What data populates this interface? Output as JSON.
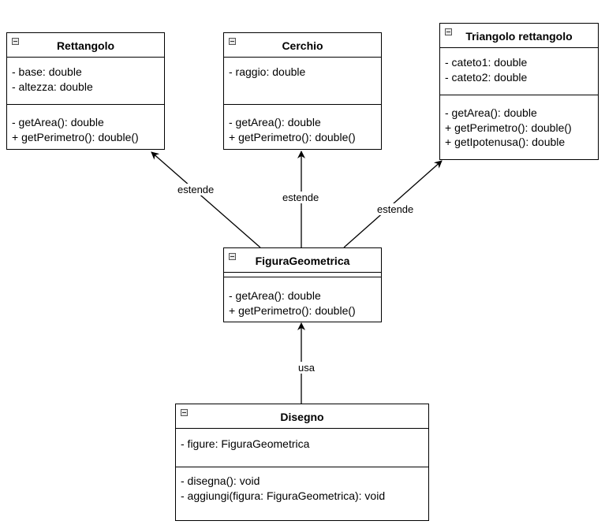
{
  "classes": {
    "rettangolo": {
      "name": "Rettangolo",
      "attributes": [
        "- base: double",
        "- altezza: double"
      ],
      "methods": [
        "- getArea(): double",
        "+ getPerimetro(): double()"
      ]
    },
    "cerchio": {
      "name": "Cerchio",
      "attributes": [
        "- raggio: double"
      ],
      "methods": [
        "- getArea(): double",
        "+ getPerimetro(): double()"
      ]
    },
    "triangolo": {
      "name": "Triangolo rettangolo",
      "attributes": [
        "- cateto1: double",
        "- cateto2: double"
      ],
      "methods": [
        "- getArea(): double",
        "+ getPerimetro(): double()",
        "+ getIpotenusa(): double"
      ]
    },
    "figura": {
      "name": "FiguraGeometrica",
      "methods": [
        "- getArea(): double",
        "+ getPerimetro(): double()"
      ]
    },
    "disegno": {
      "name": "Disegno",
      "attributes": [
        "- figure: FiguraGeometrica"
      ],
      "methods": [
        "- disegna(): void",
        "- aggiungi(figura: FiguraGeometrica): void"
      ]
    }
  },
  "relations": {
    "estende_rettangolo": "estende",
    "estende_cerchio": "estende",
    "estende_triangolo": "estende",
    "usa_figura": "usa"
  }
}
